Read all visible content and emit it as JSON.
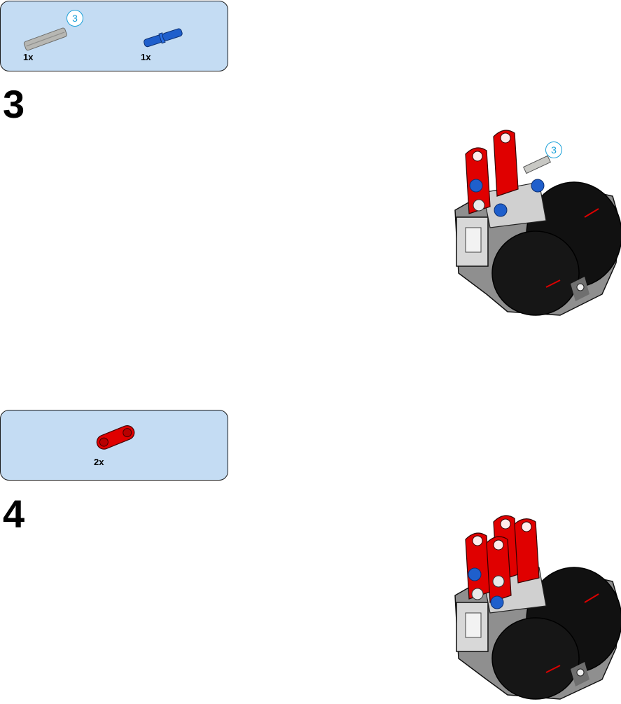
{
  "step3": {
    "number": "3",
    "parts": [
      {
        "icon": "gray-axle-icon",
        "quantity": "1x",
        "length_callout": "3",
        "color": "#b7b7b3"
      },
      {
        "icon": "blue-pin-icon",
        "quantity": "1x",
        "color": "#1f5fcc"
      }
    ],
    "model_callout": "3"
  },
  "step4": {
    "number": "4",
    "parts": [
      {
        "icon": "red-connector-icon",
        "quantity": "2x",
        "color": "#e00000"
      }
    ]
  },
  "colors": {
    "parts_box": "#c4dcf3",
    "callout": "#1aa0d8",
    "red": "#e00000",
    "blue": "#1f5fcc",
    "motor_black": "#111111",
    "motor_gray": "#8f8f8f"
  }
}
